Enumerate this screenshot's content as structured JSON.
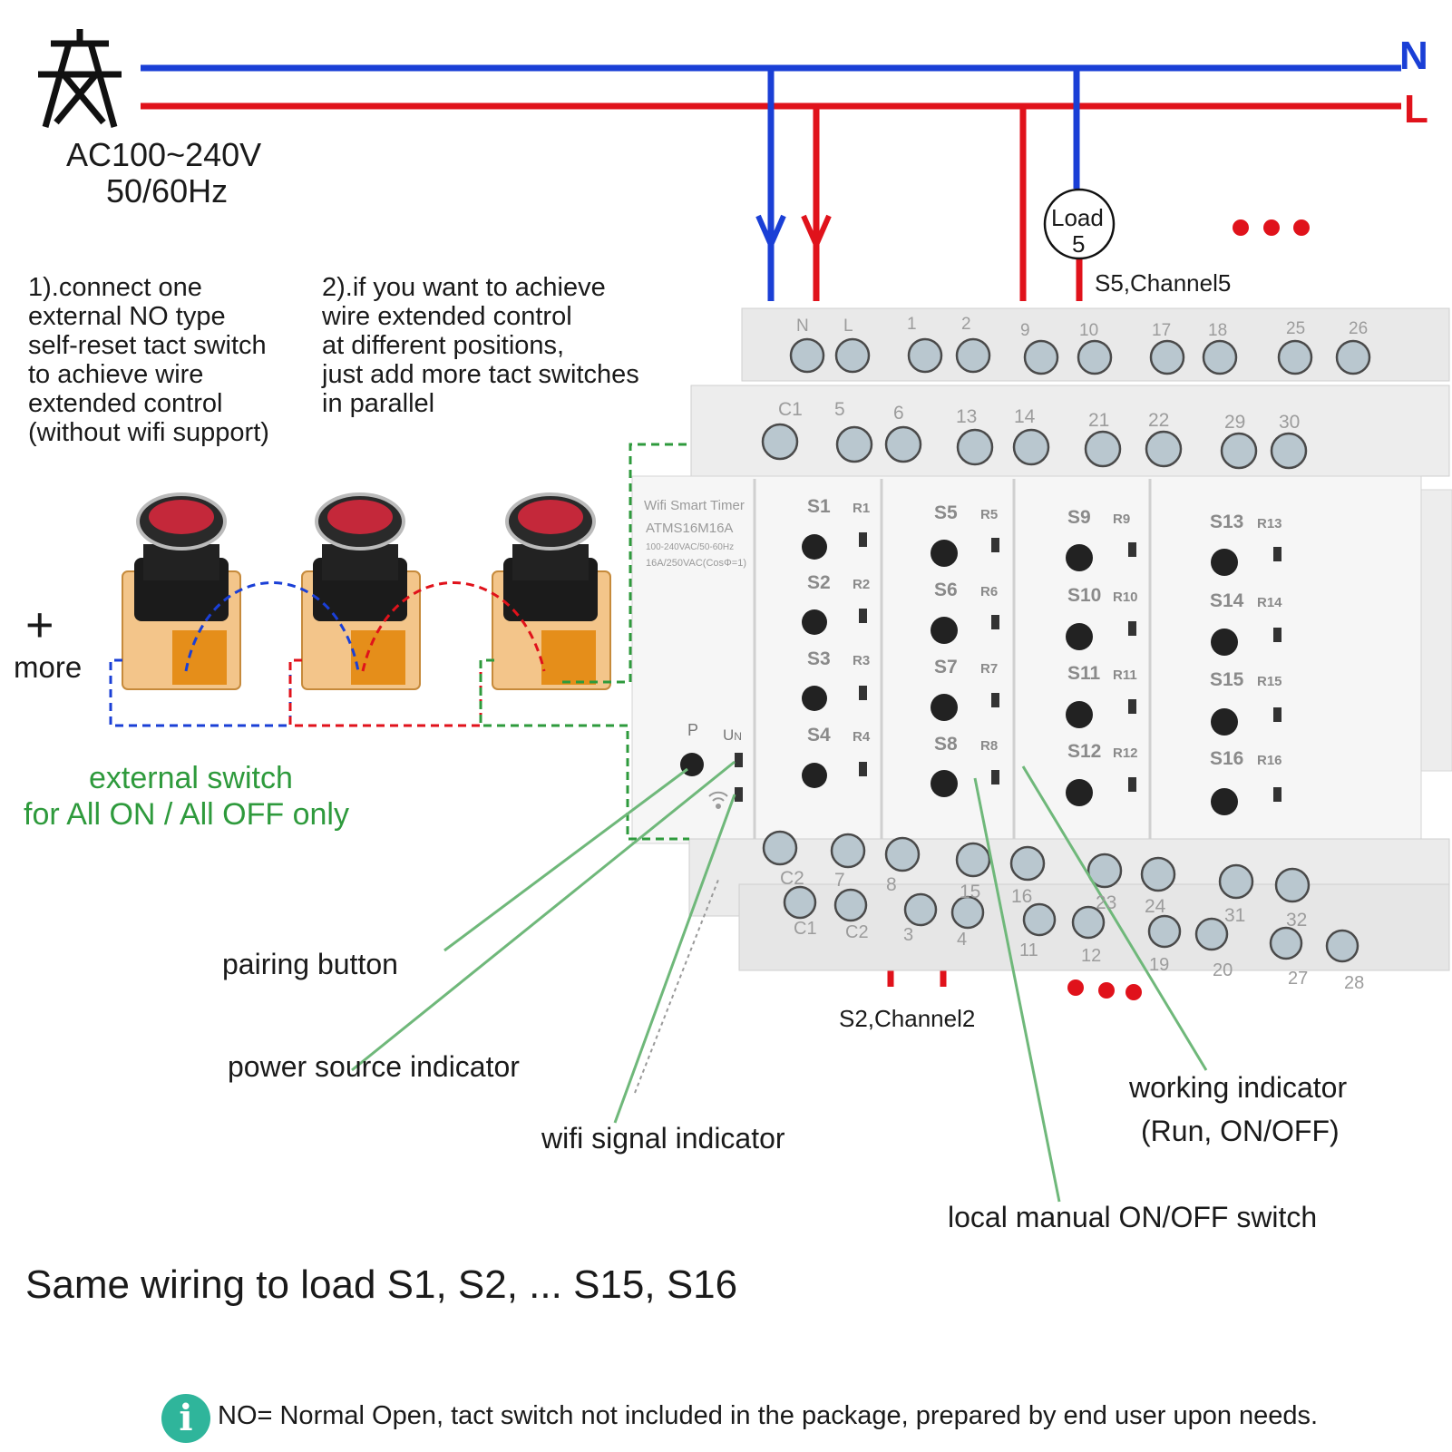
{
  "supply": {
    "voltage": "AC100~240V",
    "frequency": "50/60Hz",
    "neutral_label": "N",
    "live_label": "L"
  },
  "load": {
    "label_line1": "Load",
    "label_line2": "5",
    "channel_label": "S5,Channel5"
  },
  "channel2_label": "S2,Channel2",
  "instructions": {
    "step1": "1).connect one\nexternal NO type\nself-reset tact switch\nto achieve wire\nextended control\n(without wifi support)",
    "step2": "2).if you want to achieve\nwire extended control\nat different positions,\njust add more tact switches\nin parallel"
  },
  "more": {
    "plus": "+",
    "label": "more"
  },
  "external_switch": {
    "line1": "external switch",
    "line2": "for All ON / All OFF only"
  },
  "device": {
    "name": "Wifi Smart Timer",
    "model": "ATMS16M16A",
    "rating1": "100-240VAC/50-60Hz",
    "rating2": "16A/250VAC(CosΦ=1)",
    "pairing_label": "P",
    "power_label": "U",
    "power_sub": "N",
    "switches": [
      "S1",
      "S2",
      "S3",
      "S4",
      "S5",
      "S6",
      "S7",
      "S8",
      "S9",
      "S10",
      "S11",
      "S12",
      "S13",
      "S14",
      "S15",
      "S16"
    ],
    "relays": [
      "R1",
      "R2",
      "R3",
      "R4",
      "R5",
      "R6",
      "R7",
      "R8",
      "R9",
      "R10",
      "R11",
      "R12",
      "R13",
      "R14",
      "R15",
      "R16"
    ],
    "top_terminals_row1": [
      "N",
      "L",
      "1",
      "2",
      "9",
      "10",
      "17",
      "18",
      "25",
      "26"
    ],
    "top_terminals_row2": [
      "C1",
      "5",
      "6",
      "13",
      "14",
      "21",
      "22",
      "29",
      "30"
    ],
    "bottom_terminals_row1": [
      "C2",
      "7",
      "8",
      "15",
      "16",
      "23",
      "24",
      "31",
      "32"
    ],
    "bottom_terminals_row2": [
      "C1",
      "C2",
      "3",
      "4",
      "11",
      "12",
      "19",
      "20",
      "27",
      "28"
    ]
  },
  "callouts": {
    "pairing": "pairing button",
    "power": "power source indicator",
    "wifi": "wifi signal indicator",
    "local": "local manual ON/OFF switch",
    "working_line1": "working indicator",
    "working_line2": "(Run, ON/OFF)"
  },
  "same_wiring": "Same wiring to load S1, S2, ... S15, S16",
  "note": "NO= Normal Open, tact switch not included in the package, prepared by end user upon needs.",
  "info_icon": "i",
  "colors": {
    "neutral": "#1a3fd6",
    "live": "#e0121b",
    "callout": "#6fb87a",
    "ext_green": "#2e9a3c"
  }
}
